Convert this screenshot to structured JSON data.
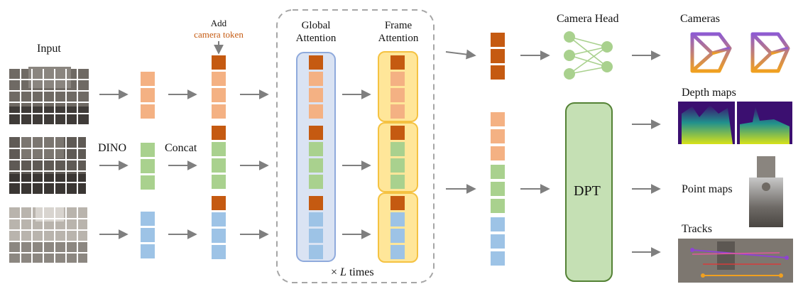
{
  "labels": {
    "input": "Input",
    "dino": "DINO",
    "concat": "Concat",
    "add_top": "Add",
    "add_bottom": "camera token",
    "global_attention": "Global\nAttention",
    "frame_attention": "Frame\nAttention",
    "times_prefix": "×",
    "times_var": "L",
    "times_suffix": "times",
    "camera_head": "Camera Head",
    "cameras": "Cameras",
    "depth_maps": "Depth maps",
    "dpt": "DPT",
    "point_maps": "Point maps",
    "tracks": "Tracks"
  },
  "colors": {
    "camera_token": "#c55a11",
    "frame1_token": "#f4b183",
    "frame2_token": "#a9d18e",
    "frame3_token": "#9dc3e6",
    "global_box_fill": "#dae3f3",
    "global_box_stroke": "#8faadc",
    "frame_box_fill": "#ffe699",
    "frame_box_stroke": "#f5c242",
    "dpt_fill": "#c5e0b4",
    "dpt_stroke": "#548235",
    "arrow": "#7f7f7f",
    "dashed_border": "#a6a6a6",
    "label_orange": "#c55a11",
    "camera_gradient_top": "#8e5bd1",
    "camera_gradient_bottom": "#f0a020"
  },
  "icons": {
    "input_images": [
      "photo-cathedral-1",
      "photo-cathedral-2",
      "photo-cathedral-3"
    ],
    "cameras": [
      "camera-frustum-icon",
      "camera-frustum-icon"
    ],
    "depth": [
      "depth-map-icon",
      "depth-map-icon"
    ],
    "point_map": "point-map-icon",
    "tracks": "tracks-icon",
    "mlp": "network-icon"
  }
}
